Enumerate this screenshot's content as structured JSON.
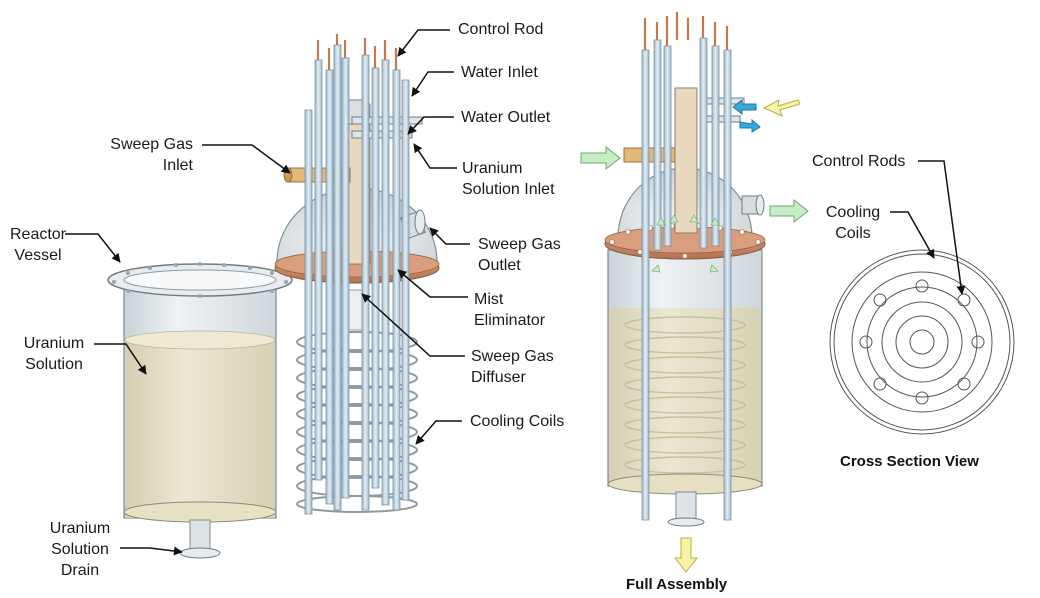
{
  "labels": {
    "control_rod": "Control Rod",
    "water_inlet": "Water Inlet",
    "water_outlet": "Water Outlet",
    "sweep_gas_inlet": "Sweep Gas\nInlet",
    "uranium_solution_inlet": "Uranium\nSolution Inlet",
    "reactor_vessel": "Reactor\nVessel",
    "sweep_gas_outlet": "Sweep Gas\nOutlet",
    "mist_eliminator": "Mist\nEliminator",
    "uranium_solution": "Uranium\nSolution",
    "sweep_gas_diffuser": "Sweep Gas\nDiffuser",
    "cooling_coils": "Cooling Coils",
    "uranium_solution_drain": "Uranium\nSolution\nDrain",
    "control_rods": "Control Rods",
    "cooling_coils_xs": "Cooling\nCoils"
  },
  "captions": {
    "cross_section": "Cross Section View",
    "full_assembly": "Full Assembly"
  },
  "colors": {
    "vessel_glass": "#dfe6ea",
    "vessel_edge": "#7d8a92",
    "solution": "#e4dcc0",
    "flange": "#c98b66",
    "rod": "#b9cfe0",
    "rod_tip": "#c47a4f",
    "gas_inlet_pipe": "#e2b97a",
    "arrow_green": "#c6eec4",
    "arrow_yellow": "#f8f3a6",
    "arrow_blue": "#39a8d6"
  }
}
